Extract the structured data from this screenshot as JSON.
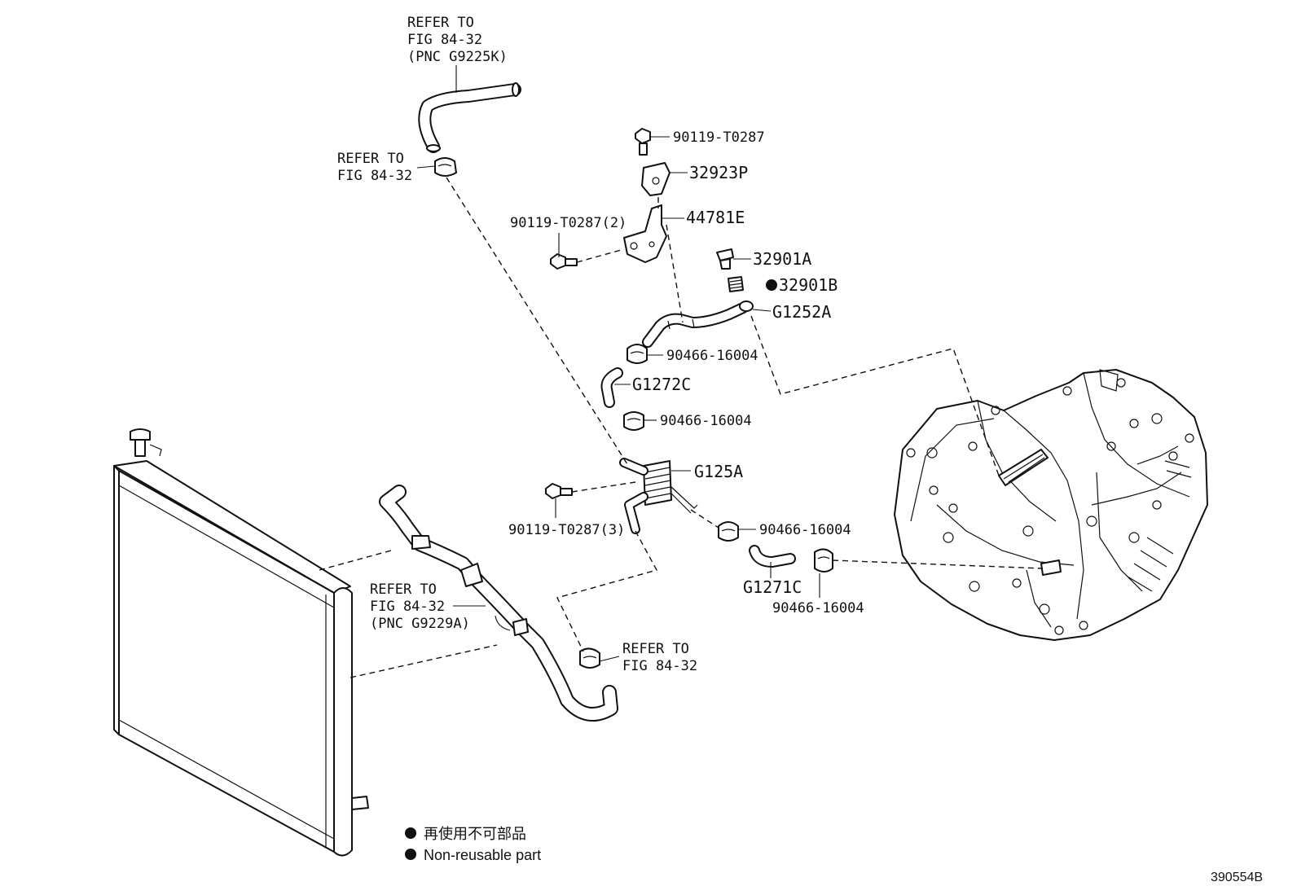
{
  "labels": {
    "refer_top_1": "REFER TO",
    "refer_top_2": "FIG 84-32",
    "refer_top_3": "(PNC G9225K)",
    "refer_clip_top_1": "REFER TO",
    "refer_clip_top_2": "FIG 84-32",
    "refer_mid_1": "REFER TO",
    "refer_mid_2": "FIG 84-32",
    "refer_mid_3": "(PNC G9229A)",
    "refer_bottom_1": "REFER TO",
    "refer_bottom_2": "FIG 84-32",
    "bolt_top": "90119-T0287",
    "bracket_32923p": "32923P",
    "bracket_44781e": "44781E",
    "bolt_2": "90119-T0287(2)",
    "plug_32901a": "32901A",
    "gasket_32901b": "32901B",
    "pipe_g1252a": "G1252A",
    "clamp_1": "90466-16004",
    "hose_g1272c": "G1272C",
    "clamp_2": "90466-16004",
    "cooler_g125a": "G125A",
    "bolt_3": "90119-T0287(3)",
    "clamp_3": "90466-16004",
    "hose_g1271c": "G1271C",
    "clamp_4": "90466-16004"
  },
  "legend": {
    "jp": "再使用不可部品",
    "en": "Non-reusable part"
  },
  "figure_id": "390554B"
}
